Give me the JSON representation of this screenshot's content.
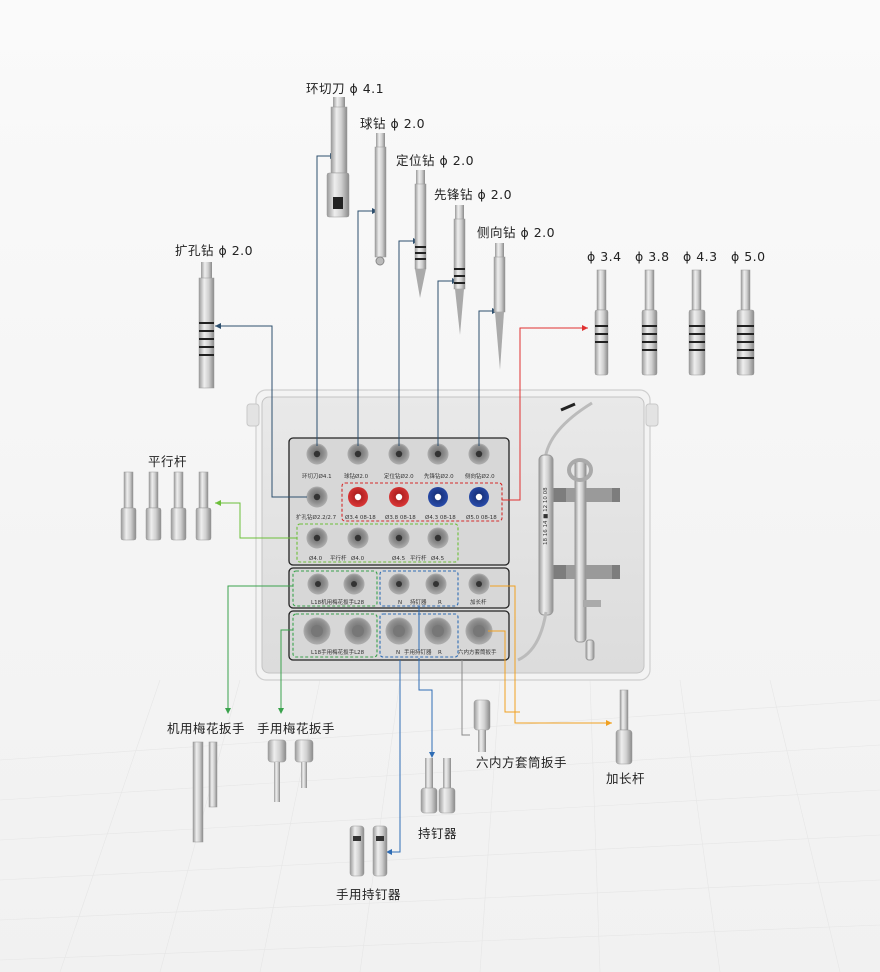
{
  "tools": {
    "trephine": "环切刀 ϕ 4.1",
    "ball_drill": "球钻 ϕ 2.0",
    "locating_drill": "定位钻 ϕ 2.0",
    "pilot_drill": "先锋钻 ϕ 2.0",
    "side_drill": "侧向钻 ϕ 2.0",
    "expansion_drill": "扩孔钻 ϕ 2.0",
    "parallel_pin": "平行杆",
    "d34": "ϕ 3.4",
    "d38": "ϕ 3.8",
    "d43": "ϕ 4.3",
    "d50": "ϕ 5.0",
    "machine_torx": "机用梅花扳手",
    "hand_torx": "手用梅花扳手",
    "hex_socket": "六内方套筒扳手",
    "extension": "加长杆",
    "implant_holder": "持钉器",
    "hand_implant_holder": "手用持钉器"
  },
  "tray": {
    "row1": [
      "环切刀Ø4.1",
      "球钻Ø2.0",
      "定位钻Ø2.0",
      "先锋钻Ø2.0",
      "侧向钻Ø2.0"
    ],
    "row2_first": "扩孔钻Ø2.2/2.7",
    "row2": [
      "Ø3.4 08-18",
      "Ø3.8 08-18",
      "Ø4.3 08-18",
      "Ø5.0 08-18"
    ],
    "row3": [
      "Ø4.0",
      "平行杆",
      "Ø4.0",
      "Ø4.5",
      "平行杆",
      "Ø4.5"
    ],
    "row4_left": "L18机用梅花扳手L28",
    "row4_mid_n": "N",
    "row4_mid": "持钉器",
    "row4_mid_r": "R",
    "row4_right": "加长杆",
    "row5_left": "L18手用梅花扳手L28",
    "row5_mid_n": "N",
    "row5_mid": "手用持钉器",
    "row5_mid_r": "R",
    "row5_right": "六内方套筒扳手",
    "gauge": "18 16 14 ■ 12 10 08"
  },
  "colors": {
    "red": "#d62b2b",
    "blue": "#1f3f9a",
    "green": "#4caf50",
    "orange": "#f0a020",
    "navy_line": "#2d4f6e",
    "light_blue_line": "#3a7fc0"
  }
}
